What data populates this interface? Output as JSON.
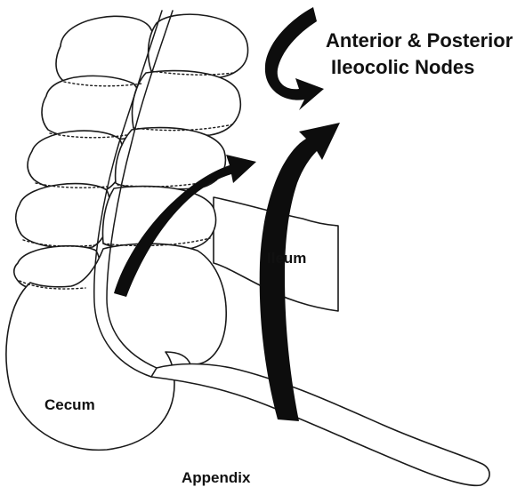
{
  "labels": {
    "nodes_line_1": "Anterior & Posterior",
    "nodes_line_2": "Ileocolic Nodes",
    "ileum": "Ileum",
    "cecum": "Cecum",
    "appendix": "Appendix"
  },
  "colors": {
    "outline": "#1a1a1a",
    "arrow": "#0d0d0d",
    "background": "#ffffff"
  }
}
